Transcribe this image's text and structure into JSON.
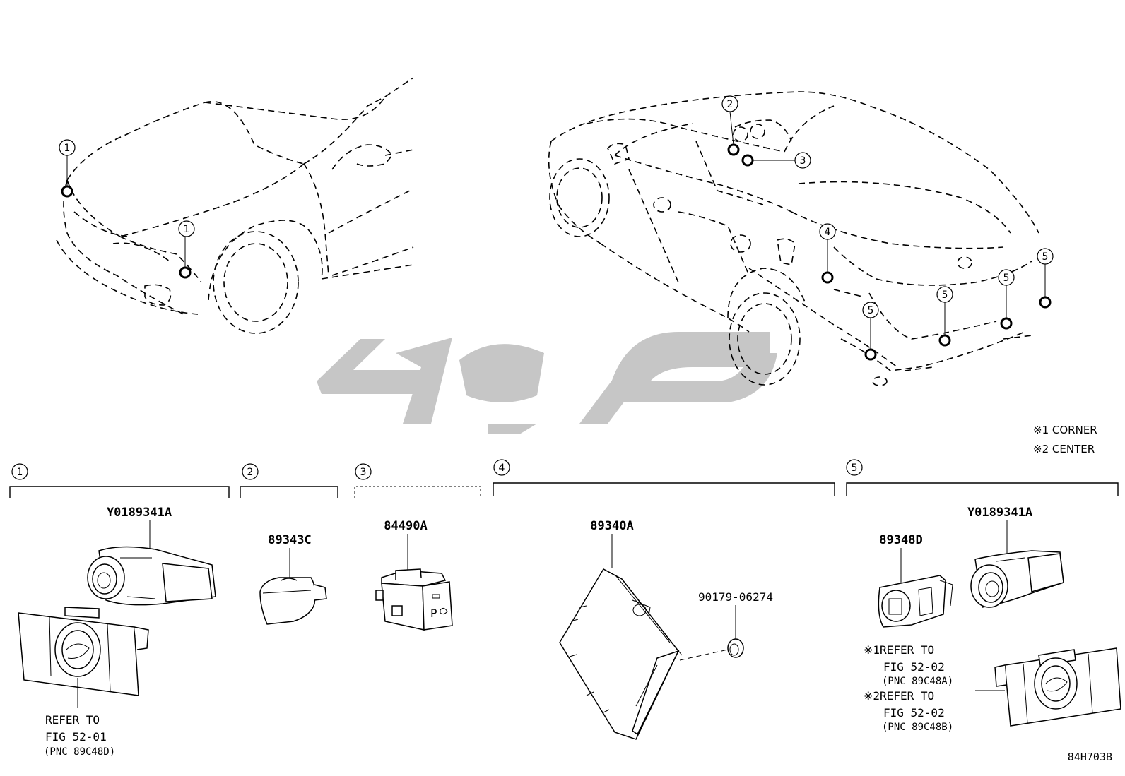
{
  "callouts": [
    "1",
    "2",
    "3",
    "4",
    "5"
  ],
  "legend": [
    {
      "mark": "※1",
      "text": "CORNER"
    },
    {
      "mark": "※2",
      "text": "CENTER"
    }
  ],
  "parts": {
    "sensor_front": "Y0189341A",
    "part_2": "89343C",
    "part_3": "84490A",
    "part_4": "89340A",
    "clip_4": "90179-06274",
    "part_5_holder": "89348D",
    "sensor_rear": "Y0189341A"
  },
  "refs": {
    "front": {
      "line1": "REFER TO",
      "line2": "FIG 52-01",
      "pnc": "(PNC 89C48D)"
    },
    "rear_corner": {
      "mark": "※1",
      "line1": "REFER TO",
      "line2": "FIG 52-02",
      "pnc": "(PNC 89C48A)"
    },
    "rear_center": {
      "mark": "※2",
      "line1": "REFER TO",
      "line2": "FIG 52-02",
      "pnc": "(PNC 89C48B)"
    }
  },
  "switch_label": "P",
  "diagram_code": "84H703B",
  "watermark_color": "#c6c6c6"
}
